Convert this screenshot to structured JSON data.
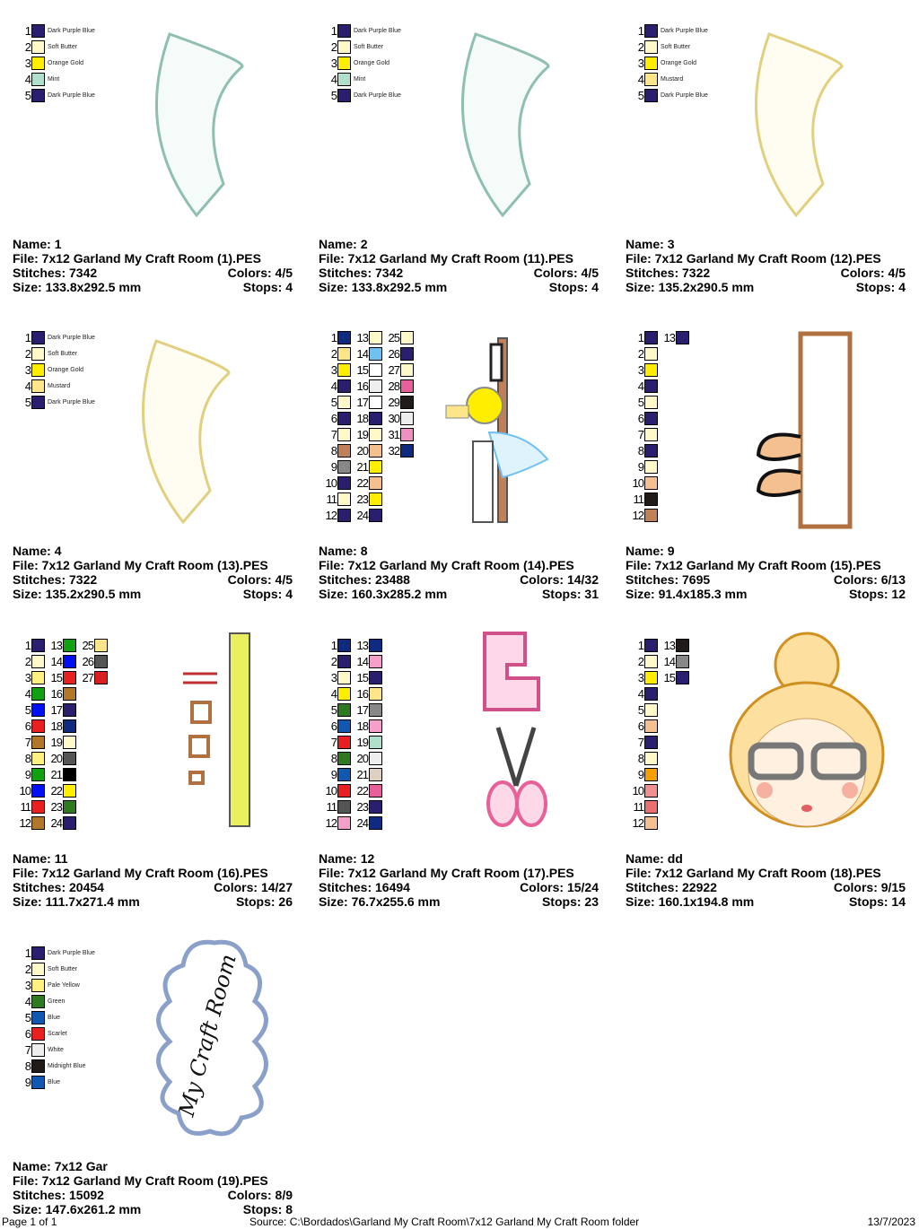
{
  "labels": {
    "name": "Name:",
    "file": "File:",
    "stitches": "Stitches:",
    "colors": "Colors:",
    "size": "Size:",
    "stops": "Stops:"
  },
  "designs": [
    {
      "name": "1",
      "file": "7x12 Garland My Craft Room  (1).PES",
      "stitches": "7342",
      "colors": "4/5",
      "size": "133.8x292.5 mm",
      "stops": "4",
      "art": "arc-mint",
      "palette": [
        {
          "c": "#2a1f6e",
          "l": "Dark Purple Blue"
        },
        {
          "c": "#fff8c8",
          "l": "Soft Butter"
        },
        {
          "c": "#ffee00",
          "l": "Orange Gold"
        },
        {
          "c": "#b0e0cc",
          "l": "Mint"
        },
        {
          "c": "#2a1f6e",
          "l": "Dark Purple Blue"
        }
      ]
    },
    {
      "name": "2",
      "file": "7x12 Garland My Craft Room  (11).PES",
      "stitches": "7342",
      "colors": "4/5",
      "size": "133.8x292.5 mm",
      "stops": "4",
      "art": "arc-mint",
      "palette": [
        {
          "c": "#2a1f6e",
          "l": "Dark Purple Blue"
        },
        {
          "c": "#fff8c8",
          "l": "Soft Butter"
        },
        {
          "c": "#ffee00",
          "l": "Orange Gold"
        },
        {
          "c": "#b0e0cc",
          "l": "Mint"
        },
        {
          "c": "#2a1f6e",
          "l": "Dark Purple Blue"
        }
      ]
    },
    {
      "name": "3",
      "file": "7x12 Garland My Craft Room  (12).PES",
      "stitches": "7322",
      "colors": "4/5",
      "size": "135.2x290.5 mm",
      "stops": "4",
      "art": "arc-yellow",
      "palette": [
        {
          "c": "#2a1f6e",
          "l": "Dark Purple Blue"
        },
        {
          "c": "#fff8c8",
          "l": "Soft Butter"
        },
        {
          "c": "#ffee00",
          "l": "Orange Gold"
        },
        {
          "c": "#fde68a",
          "l": "Mustard"
        },
        {
          "c": "#2a1f6e",
          "l": "Dark Purple Blue"
        }
      ]
    },
    {
      "name": "4",
      "file": "7x12 Garland My Craft Room  (13).PES",
      "stitches": "7322",
      "colors": "4/5",
      "size": "135.2x290.5 mm",
      "stops": "4",
      "art": "arc-yellow",
      "palette": [
        {
          "c": "#2a1f6e",
          "l": "Dark Purple Blue"
        },
        {
          "c": "#fff8c8",
          "l": "Soft Butter"
        },
        {
          "c": "#ffee00",
          "l": "Orange Gold"
        },
        {
          "c": "#fde68a",
          "l": "Mustard"
        },
        {
          "c": "#2a1f6e",
          "l": "Dark Purple Blue"
        }
      ]
    },
    {
      "name": "8",
      "file": "7x12 Garland My Craft Room  (14).PES",
      "stitches": "23488",
      "colors": "14/32",
      "size": "160.3x285.2 mm",
      "stops": "31",
      "art": "girl-side",
      "palette": [
        {
          "c": "#102a80"
        },
        {
          "c": "#fde68a"
        },
        {
          "c": "#ffee00"
        },
        {
          "c": "#2a1f6e"
        },
        {
          "c": "#fff8c8"
        },
        {
          "c": "#2a1f6e"
        },
        {
          "c": "#fff8c8"
        },
        {
          "c": "#c08058"
        },
        {
          "c": "#888888"
        },
        {
          "c": "#2a1f6e"
        },
        {
          "c": "#fff8c8"
        },
        {
          "c": "#2a1f6e"
        },
        {
          "c": "#fff8c8"
        },
        {
          "c": "#70c0f0"
        },
        {
          "c": "#ffffff"
        },
        {
          "c": "#eeeeee"
        },
        {
          "c": "#ffffff"
        },
        {
          "c": "#2a1f6e"
        },
        {
          "c": "#fff8c8"
        },
        {
          "c": "#f5c090"
        },
        {
          "c": "#ffee00"
        },
        {
          "c": "#f5c090"
        },
        {
          "c": "#ffee00"
        },
        {
          "c": "#2a1f6e"
        },
        {
          "c": "#fff8c8"
        },
        {
          "c": "#2a1f6e"
        },
        {
          "c": "#fff8c8"
        },
        {
          "c": "#e8609a"
        },
        {
          "c": "#201a18"
        },
        {
          "c": "#eeeeee"
        },
        {
          "c": "#f090c0"
        },
        {
          "c": "#102a80"
        }
      ]
    },
    {
      "name": "9",
      "file": "7x12 Garland My Craft Room  (15).PES",
      "stitches": "7695",
      "colors": "6/13",
      "size": "91.4x185.3 mm",
      "stops": "12",
      "art": "frame",
      "palette": [
        {
          "c": "#2a1f6e"
        },
        {
          "c": "#fff8c8"
        },
        {
          "c": "#ffee00"
        },
        {
          "c": "#2a1f6e"
        },
        {
          "c": "#fff8c8"
        },
        {
          "c": "#2a1f6e"
        },
        {
          "c": "#fff8c8"
        },
        {
          "c": "#2a1f6e"
        },
        {
          "c": "#fff8c8"
        },
        {
          "c": "#f5c090"
        },
        {
          "c": "#201a18"
        },
        {
          "c": "#c08058"
        },
        {
          "c": "#2a1f6e"
        }
      ]
    },
    {
      "name": "11",
      "file": "7x12 Garland My Craft Room  (16).PES",
      "stitches": "20454",
      "colors": "14/27",
      "size": "111.7x271.4 mm",
      "stops": "26",
      "art": "ruler",
      "palette": [
        {
          "c": "#2a1f6e"
        },
        {
          "c": "#fff8c8"
        },
        {
          "c": "#fff080"
        },
        {
          "c": "#10a010"
        },
        {
          "c": "#0010f0"
        },
        {
          "c": "#e82020"
        },
        {
          "c": "#b07828"
        },
        {
          "c": "#fff080"
        },
        {
          "c": "#10a010"
        },
        {
          "c": "#0010f0"
        },
        {
          "c": "#e82020"
        },
        {
          "c": "#b07828"
        },
        {
          "c": "#10a010"
        },
        {
          "c": "#0010f0"
        },
        {
          "c": "#e82020"
        },
        {
          "c": "#b07828"
        },
        {
          "c": "#2a1f6e"
        },
        {
          "c": "#102a80"
        },
        {
          "c": "#fff8c8"
        },
        {
          "c": "#555555"
        },
        {
          "c": "#000000"
        },
        {
          "c": "#ffee00"
        },
        {
          "c": "#2e7a20"
        },
        {
          "c": "#2a1f6e"
        },
        {
          "c": "#fde68a"
        },
        {
          "c": "#555555"
        },
        {
          "c": "#d82020"
        }
      ]
    },
    {
      "name": "12",
      "file": "7x12 Garland My Craft Room  (17).PES",
      "stitches": "16494",
      "colors": "15/24",
      "size": "76.7x255.6 mm",
      "stops": "23",
      "art": "sewing",
      "palette": [
        {
          "c": "#102a80"
        },
        {
          "c": "#2a1f6e"
        },
        {
          "c": "#fff8c8"
        },
        {
          "c": "#ffee00"
        },
        {
          "c": "#2e7a20"
        },
        {
          "c": "#1058b0"
        },
        {
          "c": "#e82020"
        },
        {
          "c": "#2e7a20"
        },
        {
          "c": "#1058b0"
        },
        {
          "c": "#e82020"
        },
        {
          "c": "#555555"
        },
        {
          "c": "#f5a0c8"
        },
        {
          "c": "#102a80"
        },
        {
          "c": "#f5a0c8"
        },
        {
          "c": "#2a1f6e"
        },
        {
          "c": "#fde68a"
        },
        {
          "c": "#888888"
        },
        {
          "c": "#f5a0c8"
        },
        {
          "c": "#b0e0cc"
        },
        {
          "c": "#eeeeee"
        },
        {
          "c": "#ddd0c0"
        },
        {
          "c": "#e8609a"
        },
        {
          "c": "#2a1f6e"
        },
        {
          "c": "#102a80"
        }
      ]
    },
    {
      "name": "dd",
      "file": "7x12 Garland My Craft Room  (18).PES",
      "stitches": "22922",
      "colors": "9/15",
      "size": "160.1x194.8 mm",
      "stops": "14",
      "art": "face",
      "palette": [
        {
          "c": "#2a1f6e"
        },
        {
          "c": "#fff8c8"
        },
        {
          "c": "#ffee00"
        },
        {
          "c": "#2a1f6e"
        },
        {
          "c": "#fff8c8"
        },
        {
          "c": "#f5c090"
        },
        {
          "c": "#2a1f6e"
        },
        {
          "c": "#fff8c8"
        },
        {
          "c": "#f5a000"
        },
        {
          "c": "#f09090"
        },
        {
          "c": "#e87070"
        },
        {
          "c": "#f5c090"
        },
        {
          "c": "#201a18"
        },
        {
          "c": "#888888"
        },
        {
          "c": "#2a1f6e"
        }
      ]
    },
    {
      "name": "7x12 Gar",
      "file": "7x12 Garland My Craft Room  (19).PES",
      "stitches": "15092",
      "colors": "8/9",
      "size": "147.6x261.2 mm",
      "stops": "8",
      "art": "cloud",
      "art_text": "My Craft Room",
      "palette": [
        {
          "c": "#2a1f6e",
          "l": "Dark Purple Blue"
        },
        {
          "c": "#fff8c8",
          "l": "Soft Butter"
        },
        {
          "c": "#fff080",
          "l": "Pale Yellow"
        },
        {
          "c": "#2e7a20",
          "l": "Green"
        },
        {
          "c": "#1058b0",
          "l": "Blue"
        },
        {
          "c": "#e82020",
          "l": "Scarlet"
        },
        {
          "c": "#eeeeee",
          "l": "White"
        },
        {
          "c": "#201a18",
          "l": "Midnight Blue"
        },
        {
          "c": "#1058b0",
          "l": "Blue"
        }
      ]
    }
  ],
  "footer": {
    "page": "Page 1 of 1",
    "source": "Source: C:\\Bordados\\Garland My Craft Room\\7x12 Garland My Craft Room folder",
    "date": "13/7/2023"
  }
}
